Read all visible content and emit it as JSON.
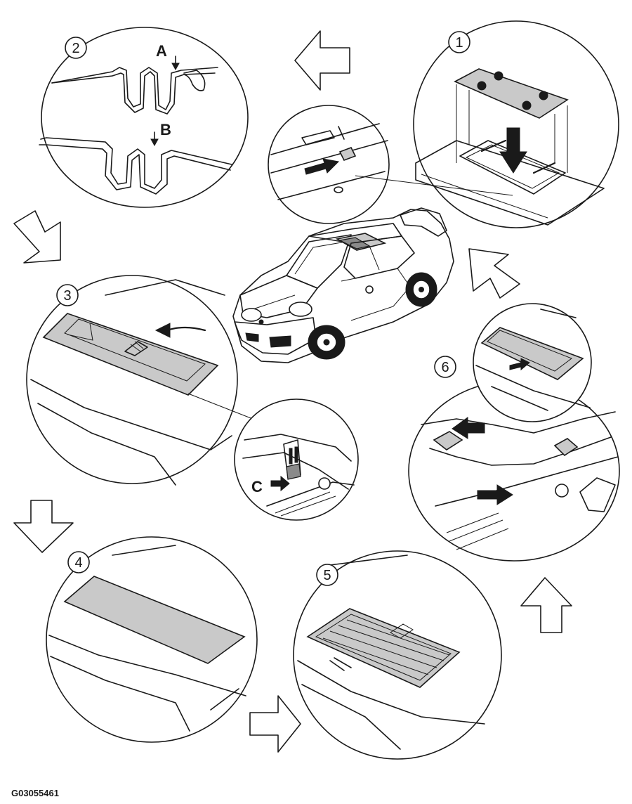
{
  "steps": [
    {
      "number": "1"
    },
    {
      "number": "2"
    },
    {
      "number": "3"
    },
    {
      "number": "4"
    },
    {
      "number": "5"
    },
    {
      "number": "6"
    }
  ],
  "callouts": {
    "a": "A",
    "b": "B",
    "c": "C"
  },
  "reference_code": "G03055461",
  "colors": {
    "line": "#1a1a1a",
    "fill_gray": "#c9c9c9",
    "background": "#ffffff"
  },
  "icons": {
    "flow_arrow": "hollow-block-arrow-icon",
    "push_arrow": "solid-black-arrow-icon",
    "car": "porsche-911-sunroof-car-icon"
  }
}
